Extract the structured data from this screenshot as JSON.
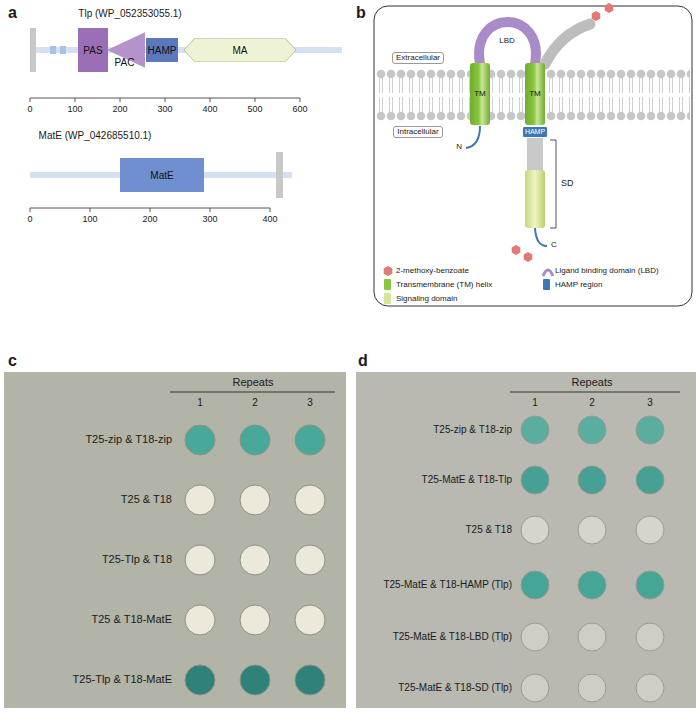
{
  "diagram": {
    "nodes": [
      {
        "text": [
          "PAS"
        ]
      },
      {
        "text": [
          "PAC"
        ]
      },
      {
        "text": [
          "HAMP"
        ]
      },
      {
        "text": [
          "MA"
        ]
      },
      {
        "text": [
          "MatE"
        ]
      },
      {
        "text": [
          "Extracellular"
        ]
      },
      {
        "text": [
          "Intracellular"
        ]
      },
      {
        "text": [
          "TM"
        ]
      },
      {
        "text": [
          "TM"
        ]
      },
      {
        "text": [
          "HAMP"
        ]
      }
    ],
    "labels": [
      "a",
      "Tlp (WP_052353055.1)",
      "0",
      "100",
      "200",
      "300",
      "400",
      "500",
      "600",
      "MatE (WP_042685510.1)",
      "0",
      "100",
      "200",
      "300",
      "400",
      "b",
      "LBD",
      "N",
      "C",
      "SD",
      "c",
      "Repeats",
      "1",
      "2",
      "3",
      "T25-zip & T18-zip",
      "T25 & T18",
      "T25-Tlp & T18",
      "T25 & T18-MatE",
      "T25-Tlp & T18-MatE",
      "d",
      "Repeats",
      "1",
      "2",
      "3",
      "T25-zip & T18-zip",
      "T25-MatE & T18-Tlp",
      "T25 & T18",
      "T25-MatE & T18-HAMP (Tlp)",
      "T25-MatE & T18-LBD (Tlp)",
      "T25-MatE & T18-SD (Tlp)"
    ],
    "legend": [
      {
        "text": "2-methoxy-benzoate"
      },
      {
        "text": "Ligand binding domain (LBD)"
      },
      {
        "text": "Transmembrane (TM) helix",
        "color": "#8cc63f"
      },
      {
        "text": "HAMP region",
        "color": "#3c78b8"
      },
      {
        "text": "Signaling domain",
        "color": "#d6e59a"
      }
    ]
  }
}
